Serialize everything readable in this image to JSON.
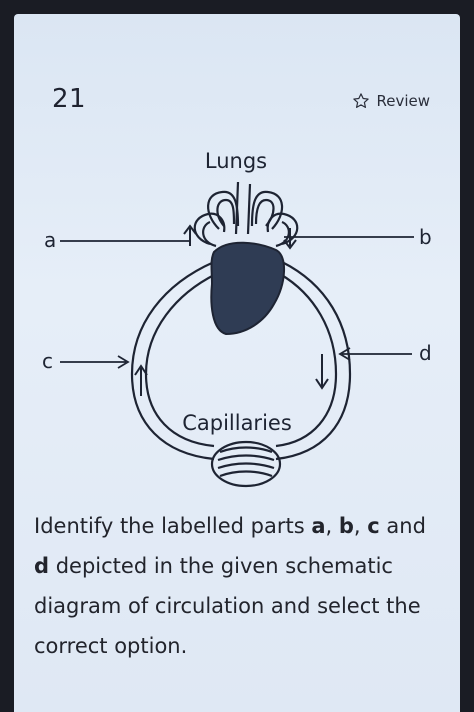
{
  "question": {
    "number": "21",
    "review_label": "Review",
    "text_before": "Identify the labelled parts ",
    "bold_a": "a",
    "sep1": ", ",
    "bold_b": "b",
    "sep2": ", ",
    "bold_c": "c",
    "text_and": " and ",
    "bold_d": "d",
    "text_after": " depicted in the given schematic diagram of circulation and select the correct option."
  },
  "diagram": {
    "lungs_label": "Lungs",
    "capillaries_label": "Capillaries",
    "label_a": "a",
    "label_b": "b",
    "label_c": "c",
    "label_d": "d"
  },
  "icons": {
    "review": "star-outline-icon"
  },
  "colors": {
    "heart": "#2f3c54",
    "line": "#1e2433",
    "background": "#e2eaf5"
  }
}
